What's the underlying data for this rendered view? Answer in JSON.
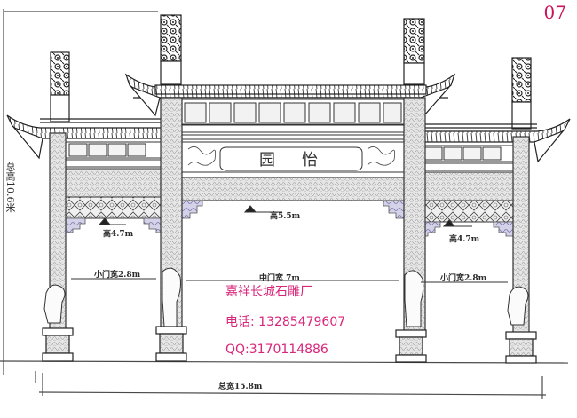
{
  "page_number": "07",
  "title_plaque": {
    "chars": [
      "园",
      "怡"
    ]
  },
  "dimensions": {
    "total_height": "总高10.6米",
    "total_width": "总宽15.8m",
    "center_gate_height": "高5.5m",
    "center_gate_width": "中门宽 7m",
    "left_gate_height": "高4.7m",
    "left_gate_width": "小门宽2.8m",
    "right_gate_height": "高4.7m",
    "right_gate_width": "小门宽2.8m"
  },
  "company": {
    "name": "嘉祥长城石雕厂",
    "phone": "电话: 13285479607",
    "qq": "QQ:3170114886"
  },
  "colors": {
    "company_text": "#d8267a",
    "page_number": "#c8145a",
    "line": "#3a3a3a",
    "stone_texture": "#b9b9b9",
    "accent_blue": "#8c88b8"
  }
}
